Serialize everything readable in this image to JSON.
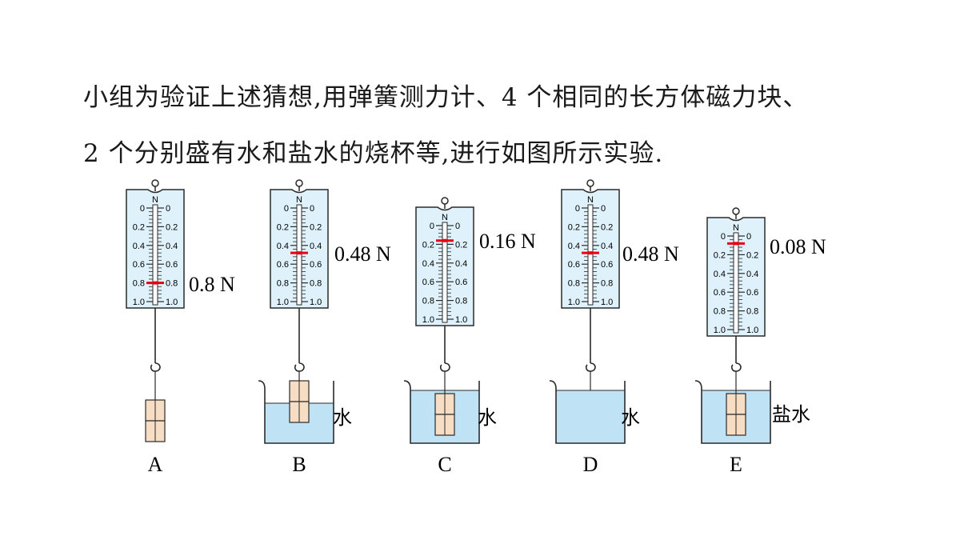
{
  "text": {
    "line1": "小组为验证上述猜想,用弹簧测力计、4 个相同的长方体磁力块、",
    "line2": "2 个分别盛有水和盐水的烧杯等,进行如图所示实验."
  },
  "scale": {
    "unit": "N",
    "ticks": [
      "0",
      "0.2",
      "0.4",
      "0.6",
      "0.8",
      "1.0"
    ],
    "min": 0,
    "max": 1.0
  },
  "setups": [
    {
      "label": "A",
      "reading_text": "0.8 N",
      "reading": 0.8,
      "liquid": "",
      "blocks": 2,
      "beaker": false
    },
    {
      "label": "B",
      "reading_text": "0.48 N",
      "reading": 0.48,
      "liquid": "水",
      "blocks": 2,
      "beaker": true,
      "immersion": "partial"
    },
    {
      "label": "C",
      "reading_text": "0.16 N",
      "reading": 0.16,
      "liquid": "水",
      "blocks": 2,
      "beaker": true,
      "immersion": "full"
    },
    {
      "label": "D",
      "reading_text": "0.48 N",
      "reading": 0.48,
      "liquid": "水",
      "blocks": 0,
      "beaker": true,
      "immersion": "none"
    },
    {
      "label": "E",
      "reading_text": "0.08 N",
      "reading": 0.08,
      "liquid": "盐水",
      "blocks": 2,
      "beaker": true,
      "immersion": "full"
    }
  ],
  "colors": {
    "panel": "#dff1fa",
    "water": "#bfe3f5",
    "block": "#f6ddc4",
    "pointer": "#e60012",
    "stroke": "#2a2a2a"
  }
}
